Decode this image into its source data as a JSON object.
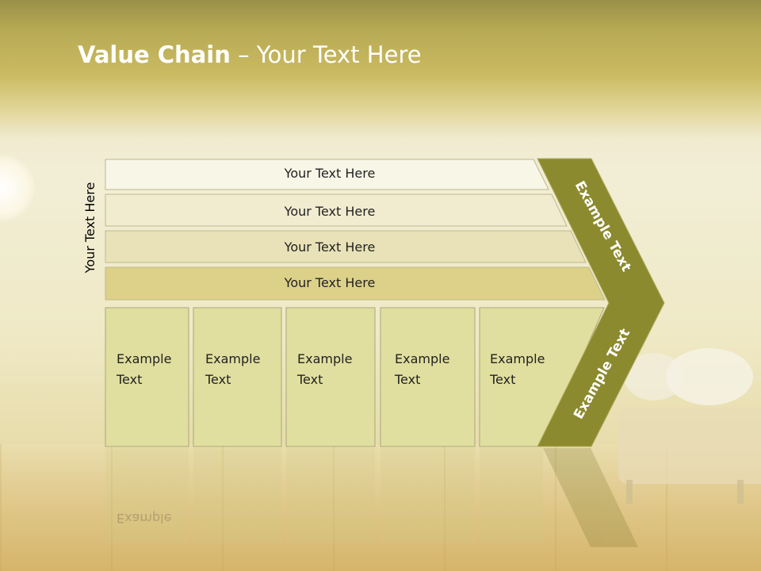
{
  "slide": {
    "title_bold": "Value Chain",
    "title_rest": " – Your Text Here",
    "side_label": "Your Text Here"
  },
  "rows": [
    {
      "label": "Your Text Here",
      "color": "#f8f6e7"
    },
    {
      "label": "Your Text Here",
      "color": "#f1ecd0"
    },
    {
      "label": "Your Text Here",
      "color": "#e9e2b8"
    },
    {
      "label": "Your Text Here",
      "color": "#ddd18a"
    }
  ],
  "boxes": [
    {
      "line1": "Example",
      "line2": "Text"
    },
    {
      "line1": "Example",
      "line2": "Text"
    },
    {
      "line1": "Example",
      "line2": "Text"
    },
    {
      "line1": "Example",
      "line2": "Text"
    },
    {
      "line1": "Example",
      "line2": "Text"
    }
  ],
  "arrow": {
    "upper_label": "Example Text",
    "lower_label": "Example Text",
    "color": "#8c8a2e"
  },
  "colors": {
    "box_fill": "#e1df9f",
    "box_stroke": "#a9a77b"
  }
}
